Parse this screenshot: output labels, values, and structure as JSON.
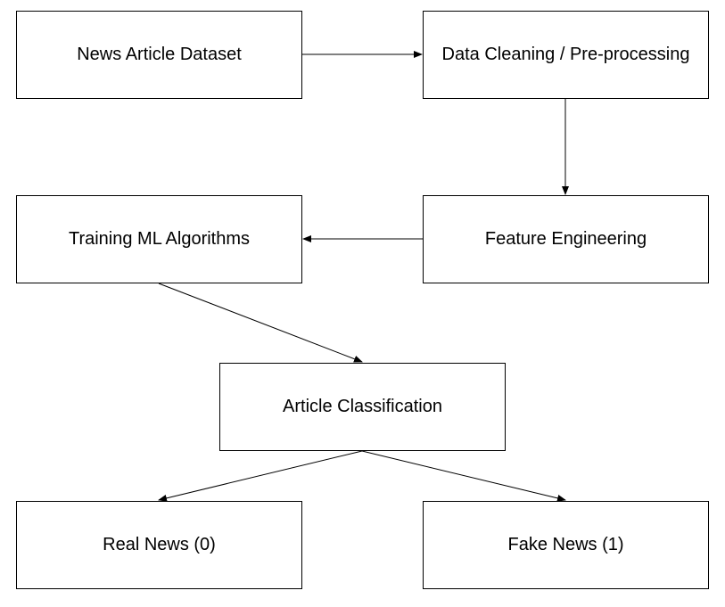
{
  "nodes": {
    "dataset": "News Article Dataset",
    "cleaning": "Data Cleaning / Pre-processing",
    "features": "Feature Engineering",
    "training": "Training ML Algorithms",
    "classification": "Article Classification",
    "real": "Real News (0)",
    "fake": "Fake News (1)"
  },
  "edges": [
    {
      "from": "dataset",
      "to": "cleaning"
    },
    {
      "from": "cleaning",
      "to": "features"
    },
    {
      "from": "features",
      "to": "training"
    },
    {
      "from": "training",
      "to": "classification"
    },
    {
      "from": "classification",
      "to": "real"
    },
    {
      "from": "classification",
      "to": "fake"
    }
  ],
  "colors": {
    "stroke": "#000000",
    "fill": "#ffffff",
    "text": "#000000"
  }
}
